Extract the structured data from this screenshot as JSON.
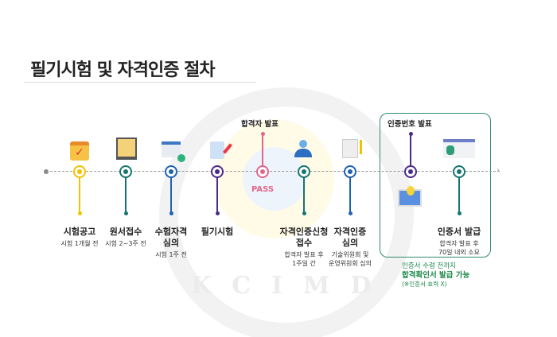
{
  "title": "필기시험 및 자격인증 절차",
  "watermark": "KCIMD",
  "annotations": {
    "pass": "합격자 발표",
    "cert_number": "인증번호 발표"
  },
  "steps": [
    {
      "label": "시험공고",
      "sub": "시험 1개월 전",
      "color": "#f2c200"
    },
    {
      "label": "원서접수",
      "sub": "시험 2~3주 전",
      "color": "#16766f"
    },
    {
      "label": "수험자격\n심의",
      "sub": "시험 1주 전",
      "color": "#1f62b3"
    },
    {
      "label": "필기시험",
      "sub": "",
      "color": "#4a2a8c"
    },
    {
      "label": "",
      "sub": "",
      "color": "#e2668a"
    },
    {
      "label": "자격인증신청\n접수",
      "sub": "합격자 발표 후\n1주일 간",
      "color": "#16766f"
    },
    {
      "label": "자격인증\n심의",
      "sub": "기술위원회 및\n운영위원회 심의",
      "color": "#1f62b3"
    },
    {
      "label": "",
      "sub": "",
      "color": "#4a2a8c"
    },
    {
      "label": "인증서 발급",
      "sub": "합격자 발표 후\n70일 내외 소요",
      "color": "#16766f"
    }
  ],
  "pass_badge": "PASS",
  "note": {
    "line1": "인증서 수령 전까지",
    "line2": "합격확인서 발급 가능",
    "line3": "(※인증서 효력 X)"
  }
}
